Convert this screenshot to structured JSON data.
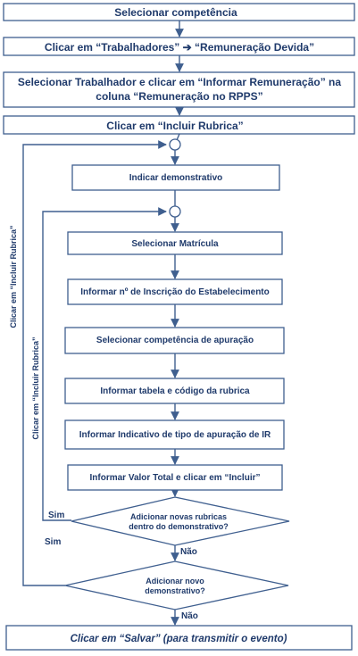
{
  "steps": {
    "select_competencia": "Selecionar competência",
    "click_trabalhadores": "Clicar em “Trabalhadores” ➔ “Remuneração Devida”",
    "select_trabalhador_line1": "Selecionar Trabalhador e clicar em “Informar Remuneração” na",
    "select_trabalhador_line2": "coluna “Remuneração no RPPS”",
    "click_incluir_rubrica": "Clicar em “Incluir  Rubrica”",
    "indicar_demonstrativo": "Indicar demonstrativo",
    "selecionar_matricula": "Selecionar Matrícula",
    "informar_inscricao": "Informar nº de  Inscrição do Estabelecimento",
    "selecionar_competencia_apuracao": "Selecionar competência de apuração",
    "informar_tabela": "Informar tabela e código da rubrica",
    "informar_indicativo": "Informar Indicativo de tipo de apuração de IR",
    "informar_valor": "Informar Valor Total e clicar em “Incluir”",
    "salvar": "Clicar em “Salvar” (para transmitir o evento)"
  },
  "decisions": {
    "novas_rubricas_line1": "Adicionar  novas rubricas",
    "novas_rubricas_line2": "dentro do demonstrativo?",
    "novo_demonstrativo_line1": "Adicionar novo",
    "novo_demonstrativo_line2": "demonstrativo?"
  },
  "branches": {
    "sim_inner": "Sim",
    "sim_outer": "Sim",
    "nao_inner": "Não",
    "nao_outer": "Não"
  },
  "loops": {
    "outer_label": "Clicar em “Incluir Rubrica”",
    "inner_label": "Clicar em “Incluir Rubrica”"
  }
}
